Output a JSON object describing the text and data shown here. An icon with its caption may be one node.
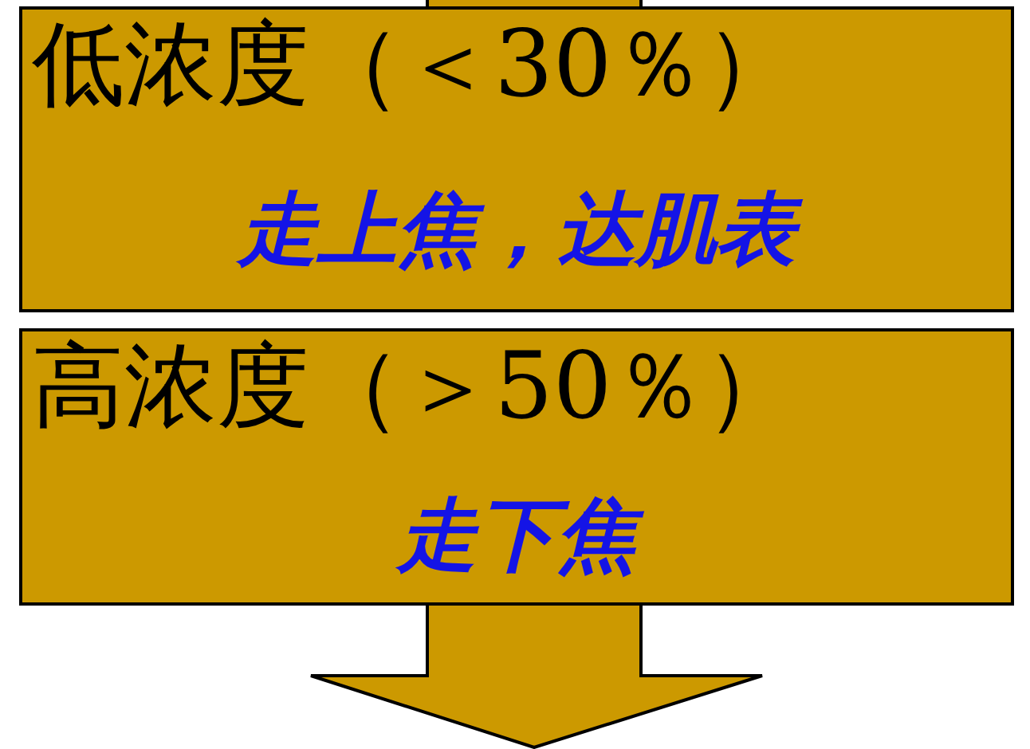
{
  "diagram": {
    "nodes": [
      {
        "text": [
          "低浓度（＜30％）",
          "走上焦，达肌表"
        ]
      },
      {
        "text": [
          "高浓度（＞50％）",
          "走下焦"
        ]
      }
    ],
    "edges": [
      {
        "from": null,
        "to": 0,
        "arrow": "none"
      },
      {
        "from": 1,
        "to": null,
        "arrow": "to"
      }
    ]
  }
}
